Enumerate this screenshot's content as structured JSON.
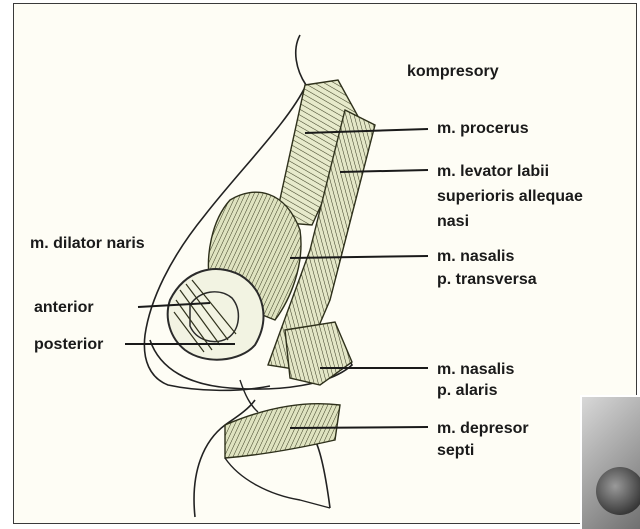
{
  "labels": {
    "group": "kompresory",
    "procerus": "m. procerus",
    "levator": [
      "m. levator labii",
      "superioris allequae",
      "nasi"
    ],
    "dilator": "m. dilator naris",
    "nasalis_transversa": [
      "m. nasalis",
      "p. transversa"
    ],
    "anterior": "anterior",
    "posterior": "posterior",
    "nasalis_alaris": [
      "m. nasalis",
      "p. alaris"
    ],
    "depresor": [
      "m. depresor",
      "septi"
    ]
  },
  "colors": {
    "ink": "#1a1a1a",
    "muscle_fill": "#e8ebce",
    "muscle_dark": "#4b4d2c",
    "background": "#fefdf5"
  }
}
